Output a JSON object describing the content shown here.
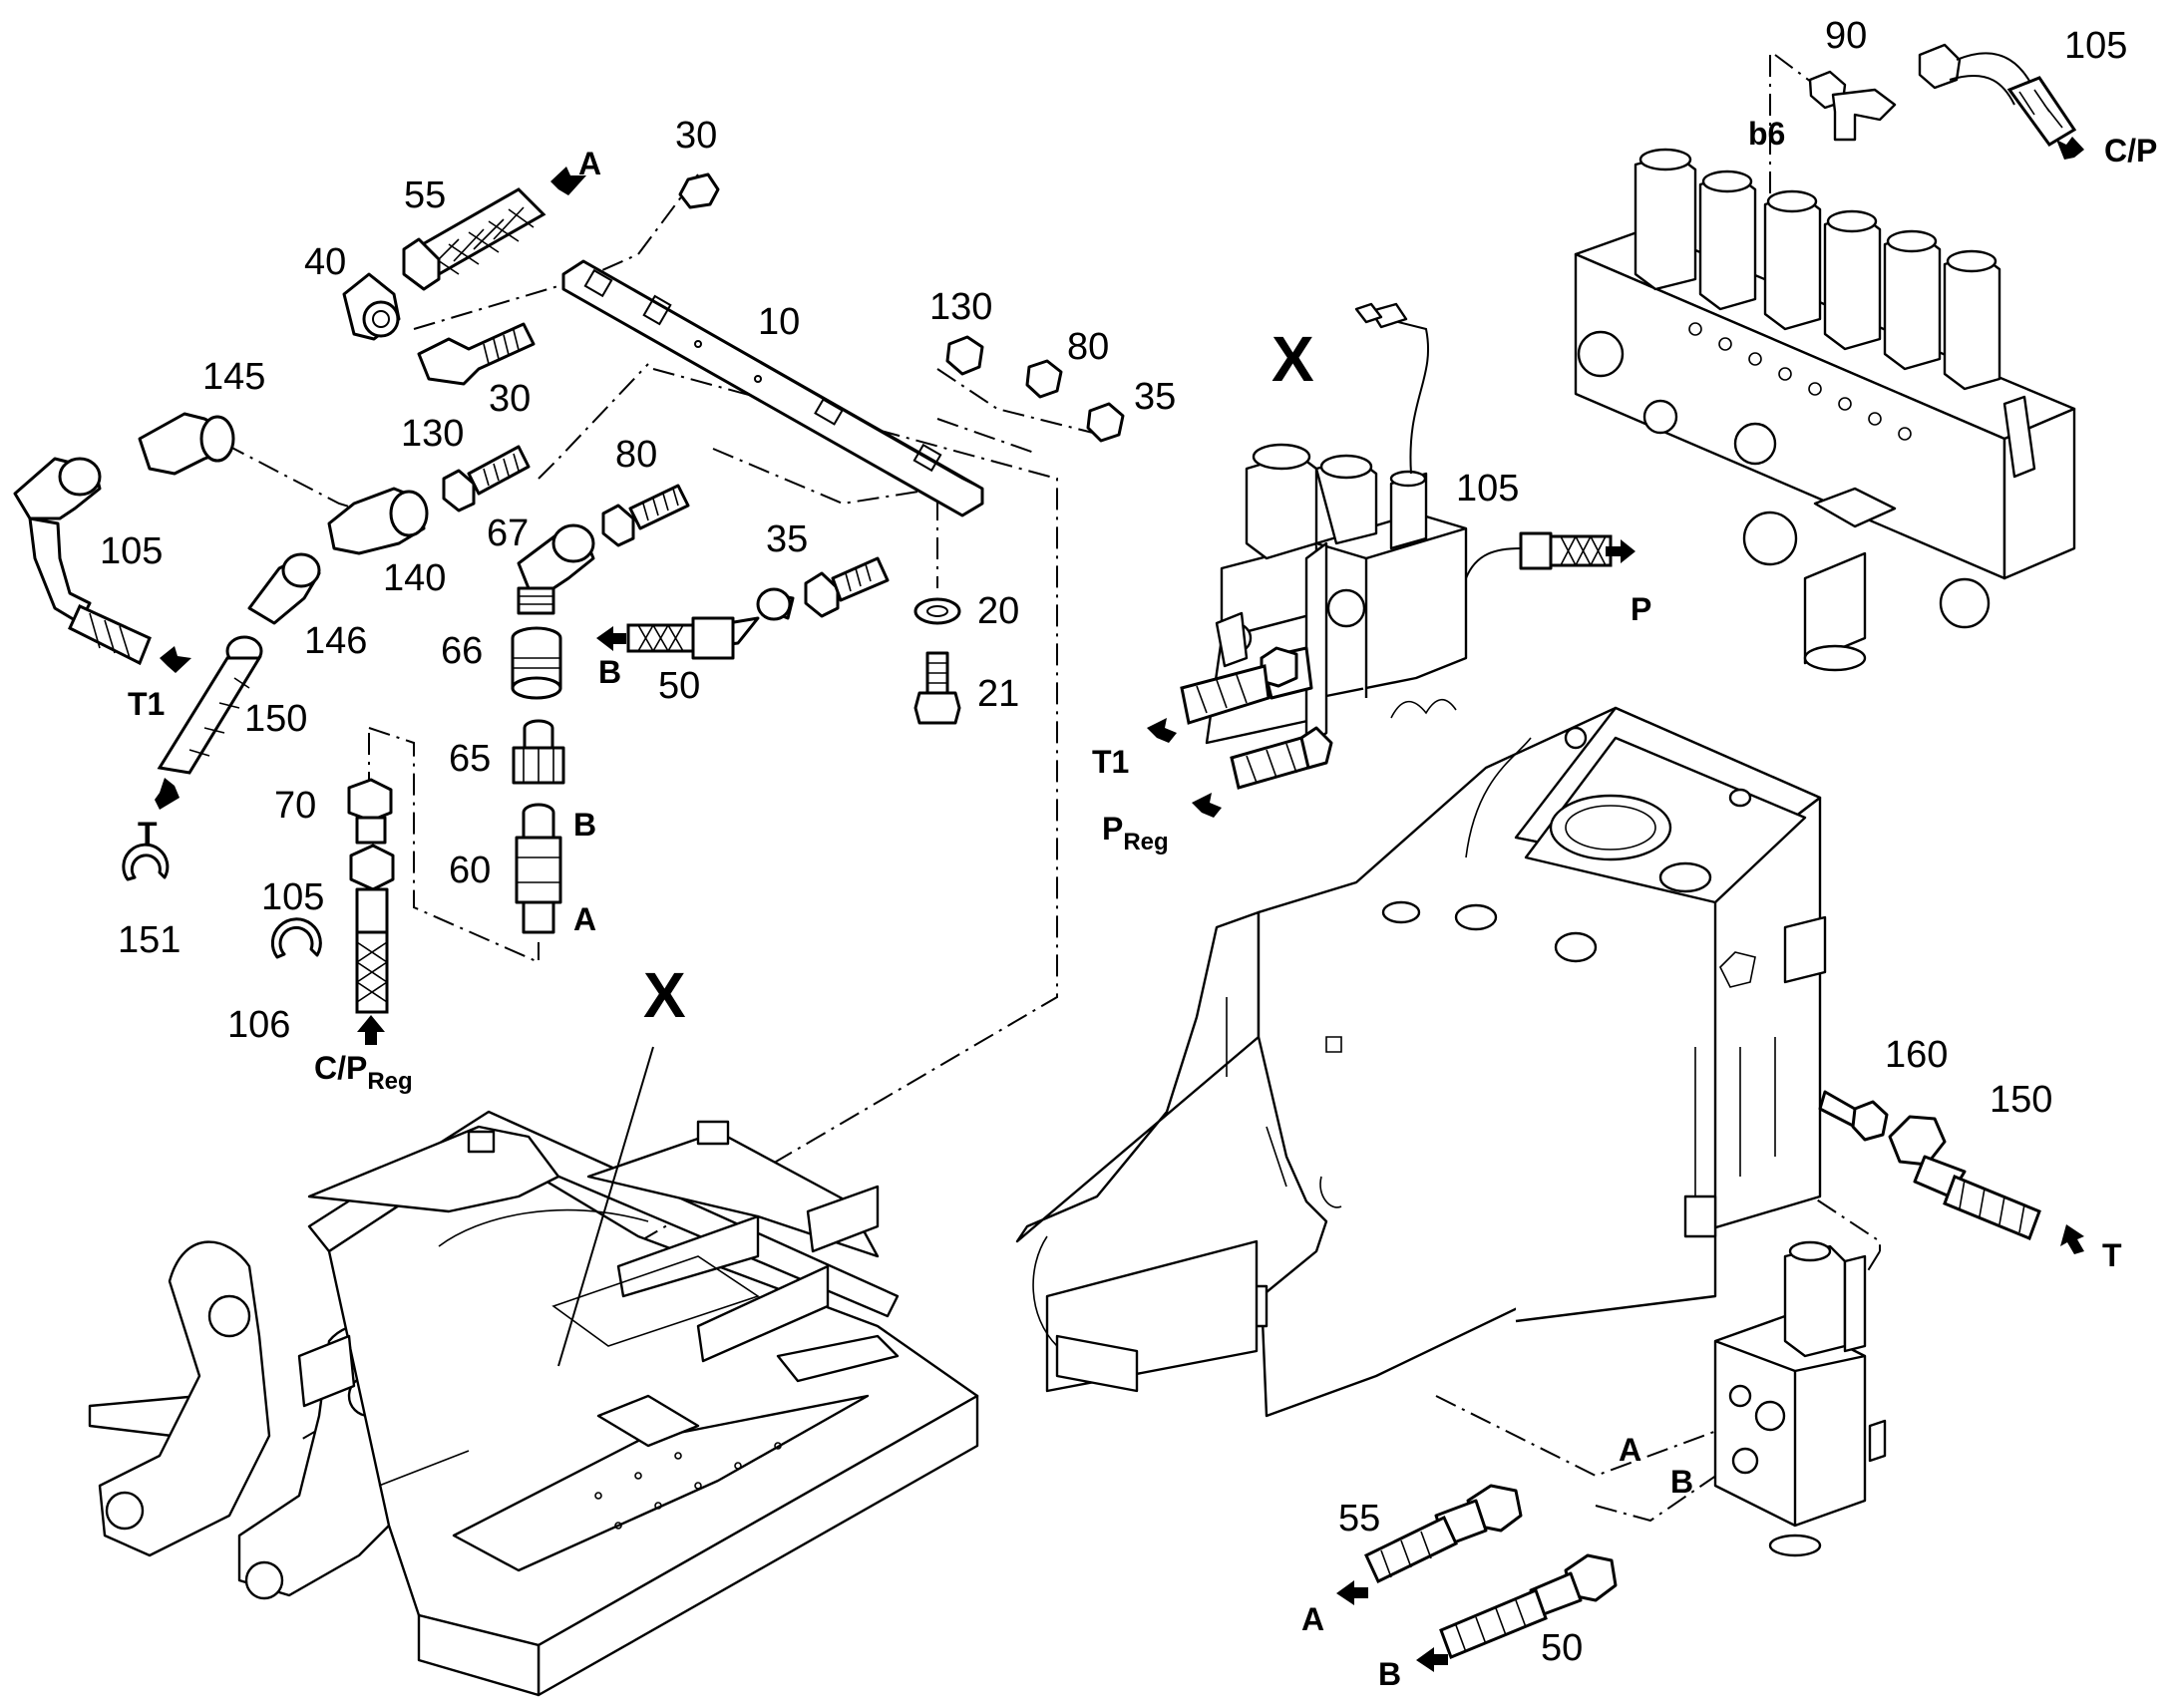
{
  "labels": {
    "p30a": "30",
    "p55a": "55",
    "pA1": "A",
    "p40": "40",
    "p10": "10",
    "p30b": "30",
    "p145": "145",
    "p130a": "130",
    "p130b": "130",
    "p80a": "80",
    "p80b": "80",
    "p35a": "35",
    "p35b": "35",
    "p105a": "105",
    "p140": "140",
    "p67": "67",
    "p146": "146",
    "pT1a": "T1",
    "p150a": "150",
    "p66": "66",
    "pB1": "B",
    "p50a": "50",
    "p20": "20",
    "p21": "21",
    "pT": "T",
    "p70": "70",
    "p65": "65",
    "pB2": "B",
    "p60": "60",
    "pA2": "A",
    "p105b": "105",
    "p151": "151",
    "p106": "106",
    "pCP": "C/P",
    "pReg": "Reg",
    "pX1": "X",
    "pX2": "X",
    "p105c": "105",
    "pP": "P",
    "pT1b": "T1",
    "pP2": "P",
    "pReg2": "Reg",
    "p90": "90",
    "p105d": "105",
    "pb6": "b6",
    "pCP2": "C/P",
    "p160": "160",
    "p150b": "150",
    "pT2": "T",
    "pA3": "A",
    "pB3": "B",
    "p55b": "55",
    "pA4": "A",
    "pB4": "B",
    "p50b": "50"
  }
}
